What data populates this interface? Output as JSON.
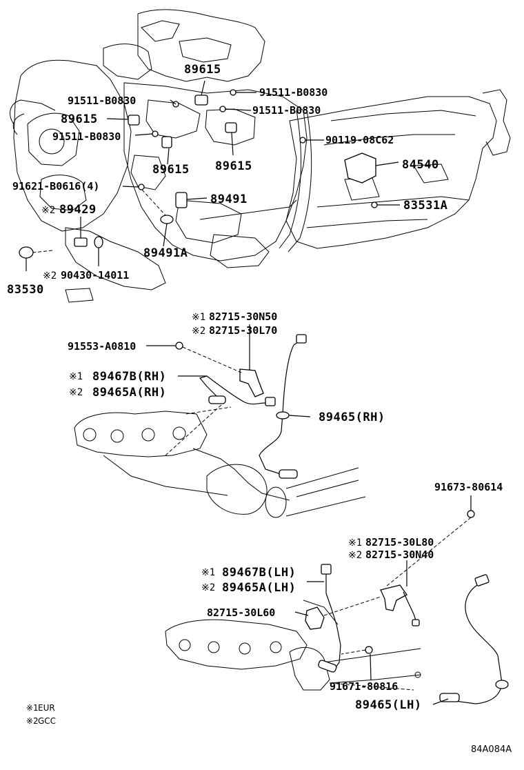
{
  "labels": {
    "p89615_top": "89615",
    "p91511_a": "91511-B0830",
    "p91511_b": "91511-B0830",
    "p91511_c": "91511-B0830",
    "p91511_d": "91511-B0830",
    "p89615_left": "89615",
    "p89615_c1": "89615",
    "p89615_c2": "89615",
    "p90119": "90119-08C62",
    "p84540": "84540",
    "p91621": "91621-B0616(4)",
    "p89491": "89491",
    "p83531a": "83531A",
    "p89429": "89429",
    "p89491a": "89491A",
    "p90430": "90430-14011",
    "p83530": "83530",
    "p82715_30n50": "82715-30N50",
    "p82715_30l70": "82715-30L70",
    "p91553": "91553-A0810",
    "p89467b_rh": "89467B(RH)",
    "p89465a_rh": "89465A(RH)",
    "p89465_rh": "89465(RH)",
    "p91673": "91673-80614",
    "p82715_30l80": "82715-30L80",
    "p82715_30n40": "82715-30N40",
    "p89467b_lh": "89467B(LH)",
    "p89465a_lh": "89465A(LH)",
    "p82715_30l60": "82715-30L60",
    "p91671": "91671-80816",
    "p89465_lh": "89465(LH)"
  },
  "markers": {
    "m1": "※1",
    "m2": "※2"
  },
  "legend": {
    "eur_mark": "※1",
    "eur": "EUR",
    "gcc_mark": "※2",
    "gcc": "GCC"
  },
  "figure_code": "84A084A"
}
